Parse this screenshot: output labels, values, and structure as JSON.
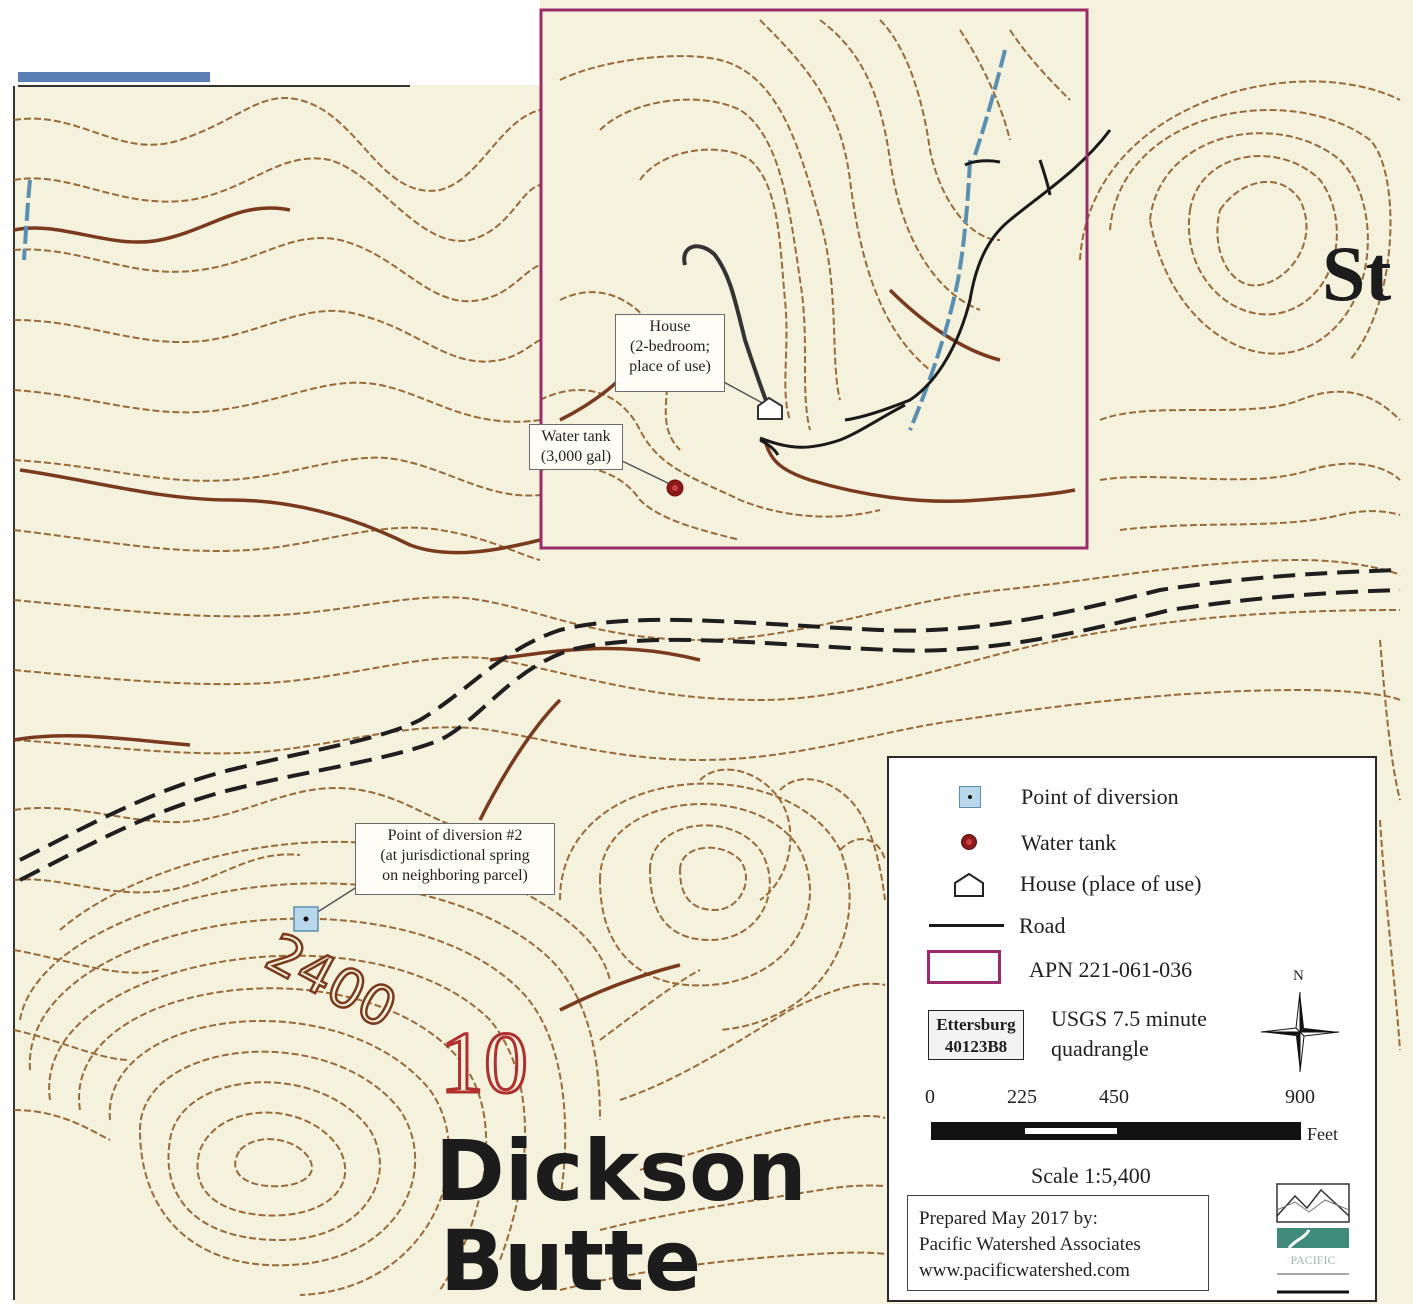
{
  "map": {
    "place_label_1": "Dickson",
    "place_label_2": "Butte",
    "edge_label": "St",
    "contour_label": "2400",
    "section_number": "10",
    "contour_color": "#9a6b3a",
    "index_contour_color": "#7a3a1e",
    "road_color": "#1a1a1a",
    "stream_color": "#5a8fb0",
    "parcel_color": "#9b2a6a",
    "section_color": "#b03030"
  },
  "callouts": {
    "house": [
      "House",
      "(2-bedroom;",
      "place of use)"
    ],
    "water_tank": [
      "Water tank",
      "(3,000 gal)"
    ],
    "point_of_diversion": [
      "Point of diversion #2",
      "(at jurisdictional spring",
      "on neighboring parcel)"
    ]
  },
  "legend": {
    "items": {
      "point_of_diversion": "Point of diversion",
      "water_tank": "Water tank",
      "house": "House (place of use)",
      "road": "Road",
      "parcel": "APN 221-061-036"
    },
    "quadrangle": {
      "name": "Ettersburg",
      "code": "40123B8",
      "description_1": "USGS 7.5 minute",
      "description_2": "quadrangle"
    },
    "north_label": "N",
    "scale_bar": {
      "ticks": [
        "0",
        "225",
        "450",
        "900"
      ],
      "unit": "Feet",
      "scale_text": "Scale 1:5,400"
    },
    "credit": {
      "line1": "Prepared May 2017 by:",
      "line2": "Pacific Watershed Associates",
      "line3": "www.pacificwatershed.com"
    },
    "logo_text": "PACIFIC"
  }
}
